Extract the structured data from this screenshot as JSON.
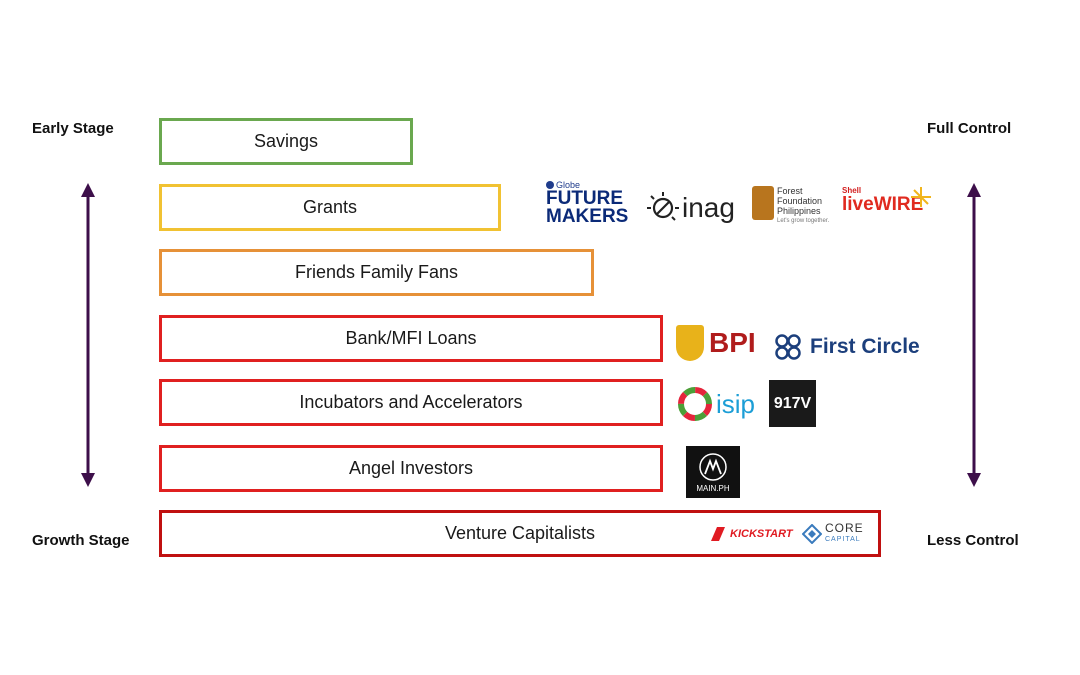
{
  "left": {
    "top_label": "Early Stage",
    "bottom_label": "Growth Stage"
  },
  "right": {
    "top_label": "Full Control",
    "bottom_label": "Less Control"
  },
  "colors": {
    "arrow": "#3d0f4a",
    "green": "#6aa84f",
    "yellow": "#f1c232",
    "orange": "#e69138",
    "red": "#e02020",
    "dark_red": "#c01010"
  },
  "stages": [
    {
      "label": "Savings"
    },
    {
      "label": "Grants"
    },
    {
      "label": "Friends Family Fans"
    },
    {
      "label": "Bank/MFI Loans"
    },
    {
      "label": "Incubators and Accelerators"
    },
    {
      "label": "Angel Investors"
    },
    {
      "label": "Venture Capitalists"
    }
  ],
  "logos": {
    "globe": {
      "small": "Globe",
      "line1": "FUTURE",
      "line2": "MAKERS"
    },
    "inag": {
      "text": "inag"
    },
    "forest": {
      "line1": "Forest",
      "line2": "Foundation",
      "line3": "Philippines",
      "tagline": "Let's grow together."
    },
    "livewire": {
      "small": "Shell",
      "text": "liveWIRE"
    },
    "bpi": {
      "text": "BPI"
    },
    "first_circle": {
      "text": "First Circle"
    },
    "isip": {
      "text": "isip"
    },
    "v917": {
      "text": "917V"
    },
    "mainph": {
      "text": "MAIN.PH"
    },
    "kickstart": {
      "text": "KICKSTART"
    },
    "core": {
      "line1": "CORE",
      "line2": "CAPITAL"
    }
  }
}
